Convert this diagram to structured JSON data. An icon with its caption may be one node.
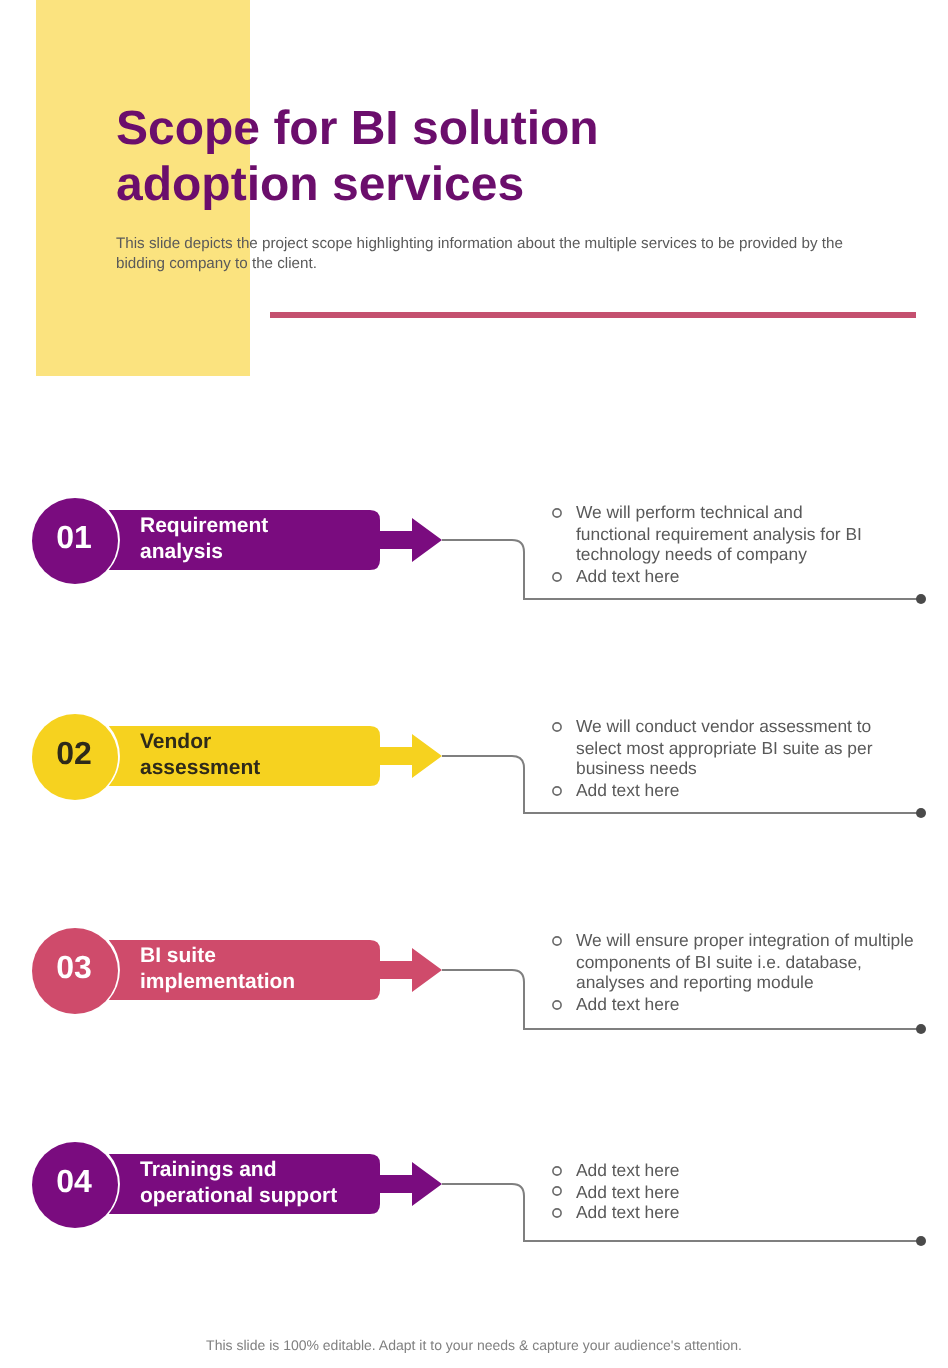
{
  "diagram": {
    "title": "Scope for BI solution adoption services",
    "caption": "This slide is 100% editable. Adapt it to your needs & capture your audience's attention.",
    "nodes": [
      {
        "text": [
          "01"
        ]
      },
      {
        "text": [
          "Requirement analysis"
        ]
      },
      {
        "text": [
          "We will perform technical and functional requirement analysis for BI technology needs of company",
          "Add text here"
        ]
      },
      {
        "text": [
          "02"
        ]
      },
      {
        "text": [
          "Vendor assessment"
        ]
      },
      {
        "text": [
          "We will conduct vendor assessment to select most appropriate BI suite as per business needs",
          "Add text here"
        ]
      },
      {
        "text": [
          "03"
        ]
      },
      {
        "text": [
          "BI suite implementation"
        ]
      },
      {
        "text": [
          "We will ensure proper integration of multiple components of BI suite i.e. database, analyses and reporting module",
          "Add text here"
        ]
      },
      {
        "text": [
          "04"
        ]
      },
      {
        "text": [
          "Trainings and operational support"
        ]
      },
      {
        "text": [
          "Add text here",
          "Add text here",
          "Add text here"
        ]
      }
    ],
    "edges": [
      {
        "from": 1,
        "to": 2,
        "arrow": "none"
      },
      {
        "from": 4,
        "to": 5,
        "arrow": "none"
      },
      {
        "from": 7,
        "to": 8,
        "arrow": "none"
      },
      {
        "from": 10,
        "to": 11,
        "arrow": "none"
      }
    ],
    "labels": [
      "This slide depicts the project scope highlighting information about the multiple services to be provided by the bidding company to the client."
    ]
  }
}
